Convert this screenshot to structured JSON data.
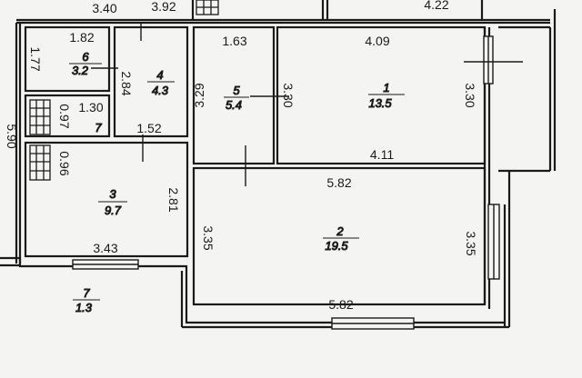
{
  "plan": {
    "rooms": [
      {
        "id": "1",
        "area": "13.5"
      },
      {
        "id": "2",
        "area": "19.5"
      },
      {
        "id": "3",
        "area": "9.7"
      },
      {
        "id": "4",
        "area": "4.3"
      },
      {
        "id": "5",
        "area": "5.4"
      },
      {
        "id": "6",
        "area": "3.2"
      },
      {
        "id": "7",
        "area": "1.3"
      },
      {
        "id": "7",
        "area": ""
      }
    ],
    "dimensions": {
      "top_left": "3.40",
      "top_mid": "3.92",
      "top_right": "4.22",
      "r1_top": "4.09",
      "r1_bottom": "4.11",
      "r1_left": "3.30",
      "r1_right": "3.30",
      "r5_top": "1.63",
      "r5_left": "3.29",
      "r2_top": "5.82",
      "r2_bottom": "5.82",
      "r2_left": "3.35",
      "r2_right": "3.35",
      "r6_top": "1.82",
      "r6_left": "1.77",
      "r4_right": "2.84",
      "r7_top": "1.30",
      "r7_left": "0.97",
      "r7_right": "1.52",
      "r3_top": "0.96",
      "r3_right": "2.81",
      "r3_bottom": "3.43",
      "left_edge": "5.90"
    }
  }
}
